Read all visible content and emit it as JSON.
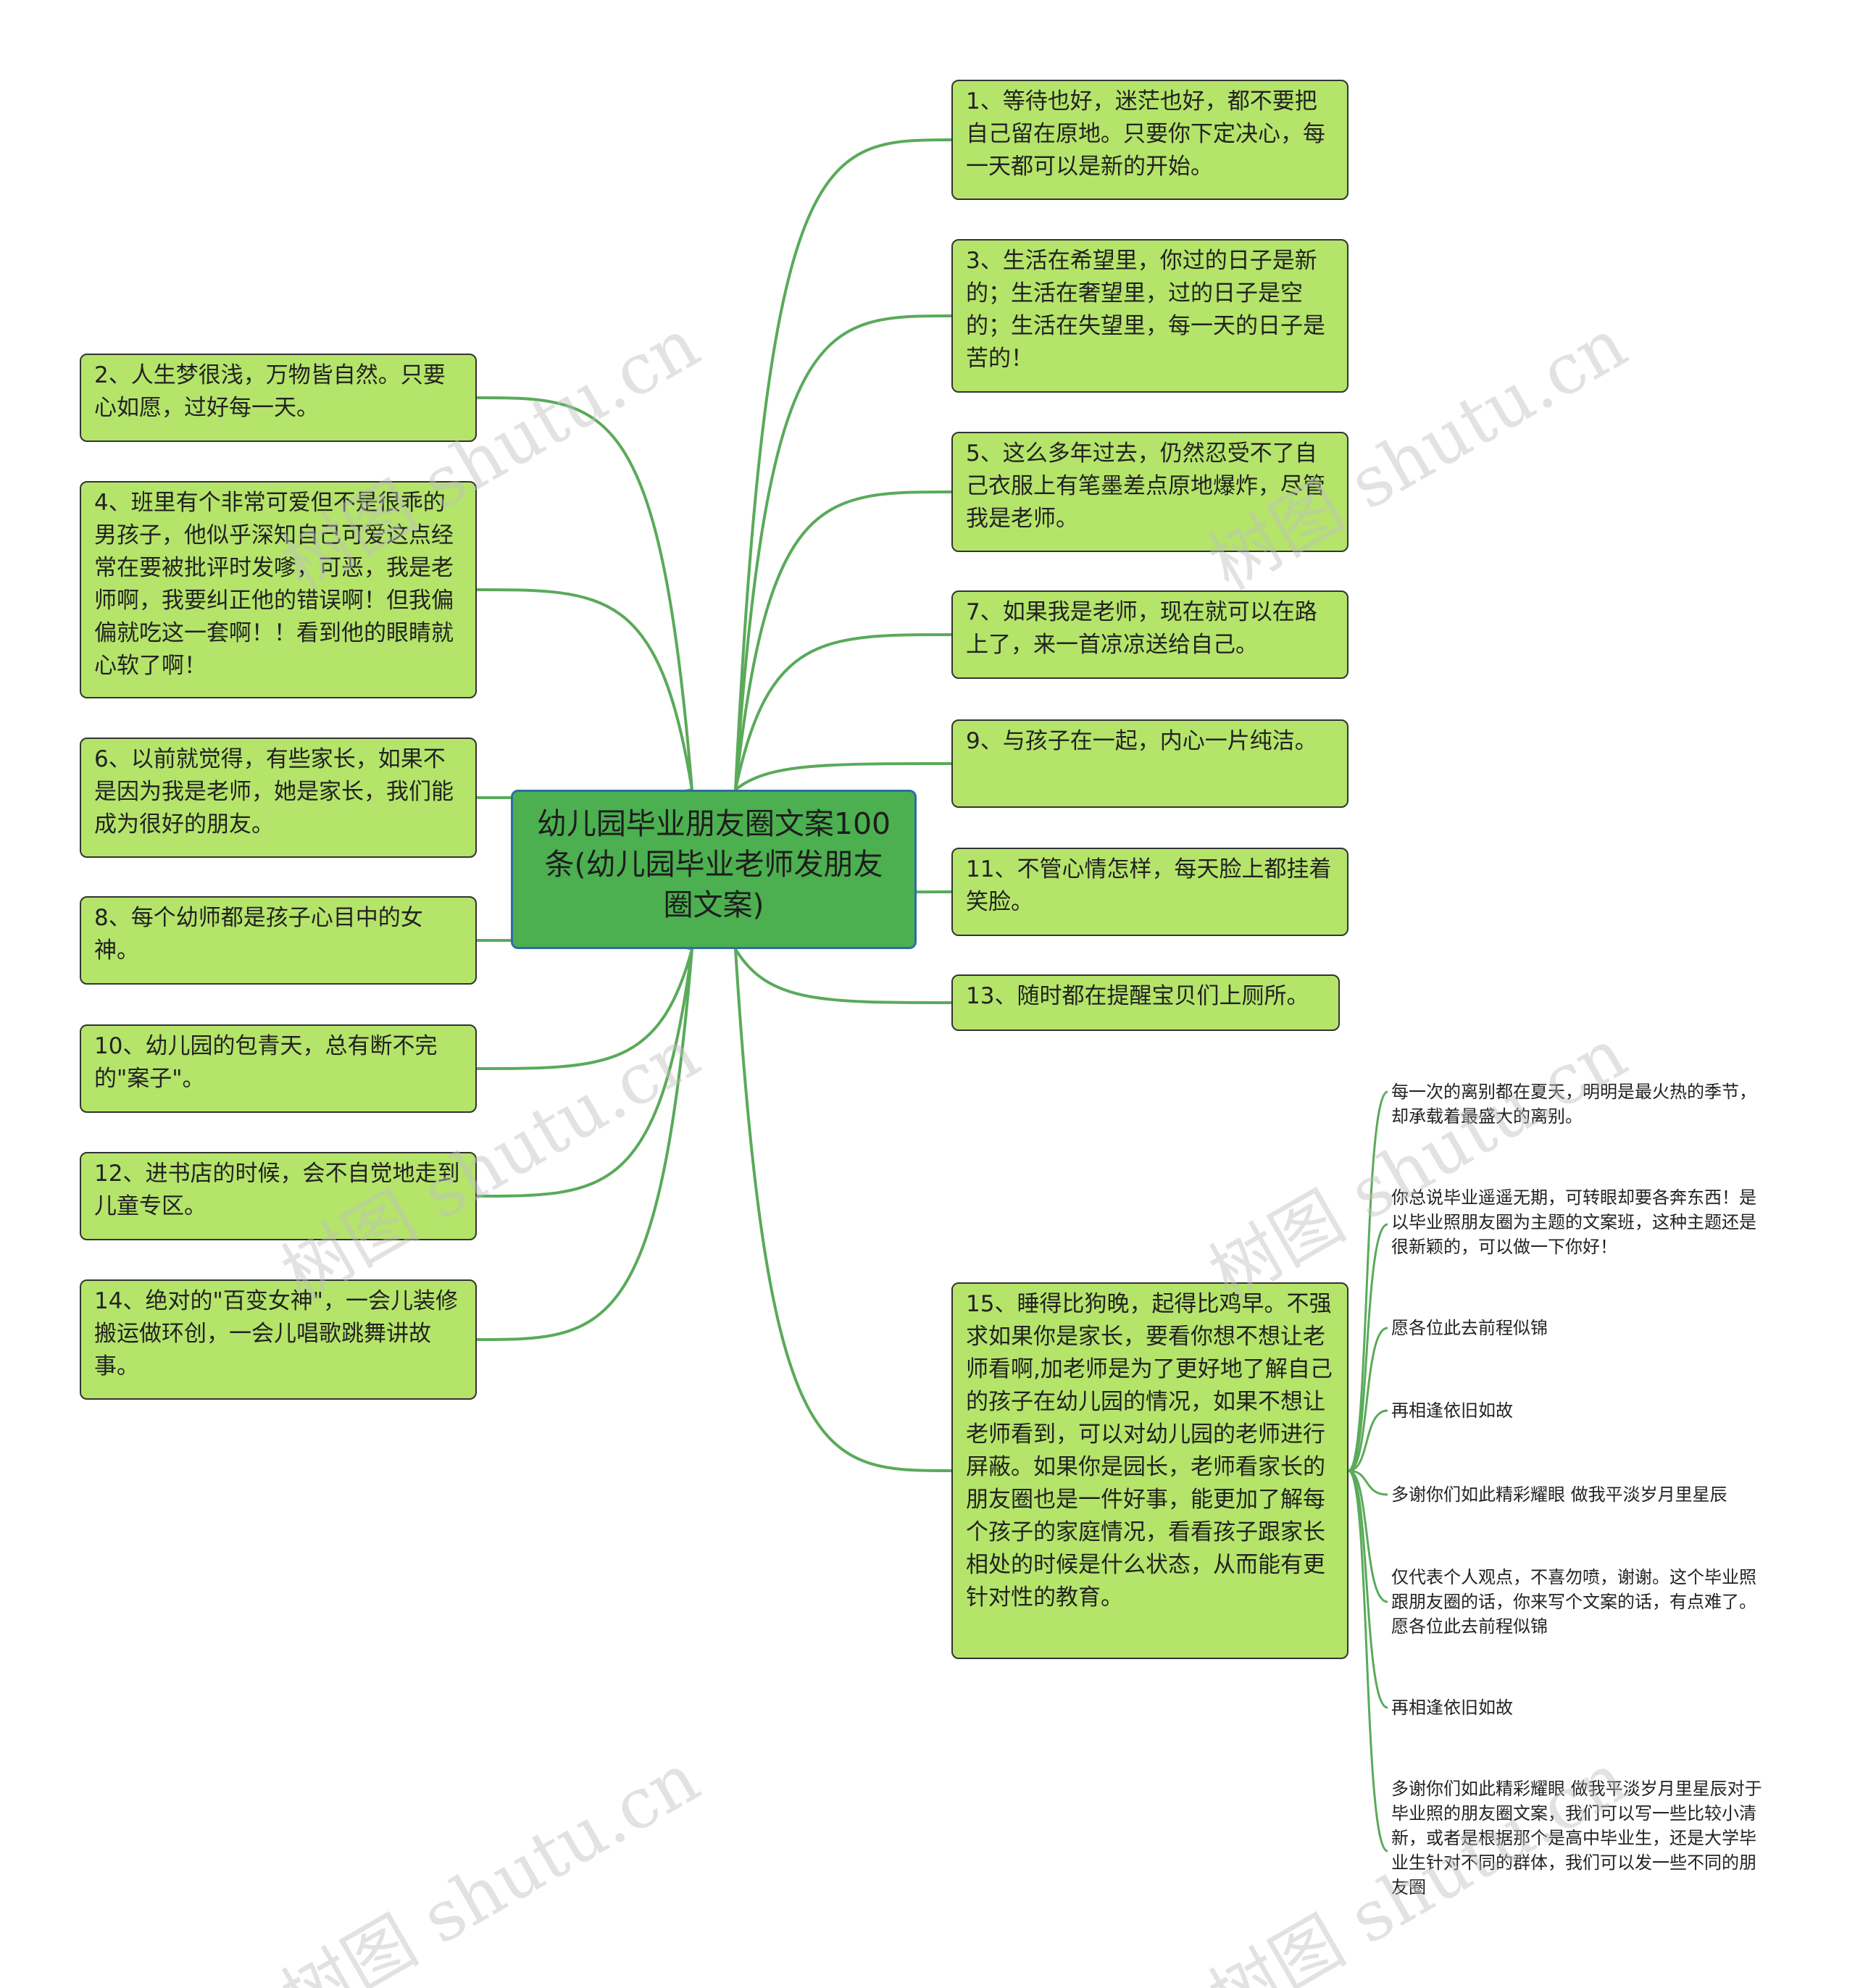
{
  "root": {
    "title": "幼儿园毕业朋友圈文案100条(幼儿园毕业老师发朋友圈文案)"
  },
  "right_nodes": [
    {
      "text": "1、等待也好，迷茫也好，都不要把自己留在原地。只要你下定决心，每一天都可以是新的开始。"
    },
    {
      "text": "3、生活在希望里，你过的日子是新的；生活在奢望里，过的日子是空的；生活在失望里，每一天的日子是苦的！"
    },
    {
      "text": "5、这么多年过去，仍然忍受不了自己衣服上有笔墨差点原地爆炸，尽管我是老师。"
    },
    {
      "text": "7、如果我是老师，现在就可以在路上了，来一首凉凉送给自己。"
    },
    {
      "text": "9、与孩子在一起，内心一片纯洁。"
    },
    {
      "text": "11、不管心情怎样，每天脸上都挂着笑脸。"
    },
    {
      "text": "13、随时都在提醒宝贝们上厕所。"
    },
    {
      "text": "15、睡得比狗晚，起得比鸡早。不强求如果你是家长，要看你想不想让老师看啊,加老师是为了更好地了解自己的孩子在幼儿园的情况，如果不想让老师看到，可以对幼儿园的老师进行屏蔽。如果你是园长，老师看家长的朋友圈也是一件好事，能更加了解每个孩子的家庭情况，看看孩子跟家长相处的时候是什么状态，从而能有更针对性的教育。"
    }
  ],
  "left_nodes": [
    {
      "text": "2、人生梦很浅，万物皆自然。只要心如愿，过好每一天。"
    },
    {
      "text": "4、班里有个非常可爱但不是很乖的男孩子，他似乎深知自己可爱这点经常在要被批评时发嗲，可恶，我是老师啊，我要纠正他的错误啊！但我偏偏就吃这一套啊！！看到他的眼睛就心软了啊！"
    },
    {
      "text": "6、以前就觉得，有些家长，如果不是因为我是老师，她是家长，我们能成为很好的朋友。"
    },
    {
      "text": "8、每个幼师都是孩子心目中的女神。"
    },
    {
      "text": "10、幼儿园的包青天，总有断不完的\"案子\"。"
    },
    {
      "text": "12、进书店的时候，会不自觉地走到儿童专区。"
    },
    {
      "text": "14、绝对的\"百变女神\"，一会儿装修搬运做环创，一会儿唱歌跳舞讲故事。"
    }
  ],
  "leaves": [
    {
      "text": "每一次的离别都在夏天，明明是最火热的季节，却承载着最盛大的离别。"
    },
    {
      "text": "你总说毕业遥遥无期，可转眼却要各奔东西！是以毕业照朋友圈为主题的文案班，这种主题还是很新颖的，可以做一下你好！"
    },
    {
      "text": "愿各位此去前程似锦"
    },
    {
      "text": "再相逢依旧如故"
    },
    {
      "text": "多谢你们如此精彩耀眼 做我平淡岁月里星辰"
    },
    {
      "text": "仅代表个人观点，不喜勿喷，谢谢。这个毕业照跟朋友圈的话，你来写个文案的话，有点难了。愿各位此去前程似锦"
    },
    {
      "text": "再相逢依旧如故"
    },
    {
      "text": "多谢你们如此精彩耀眼 做我平淡岁月里星辰对于毕业照的朋友圈文案，我们可以写一些比较小清新，或者是根据那个是高中毕业生，还是大学毕业生针对不同的群体，我们可以发一些不同的朋友圈"
    }
  ],
  "watermark": "树图 shutu.cn",
  "colors": {
    "link": "#5aaa5a",
    "node_fill": "#b5e46a",
    "root_fill": "#4caf50",
    "root_border": "#2e6da4"
  }
}
